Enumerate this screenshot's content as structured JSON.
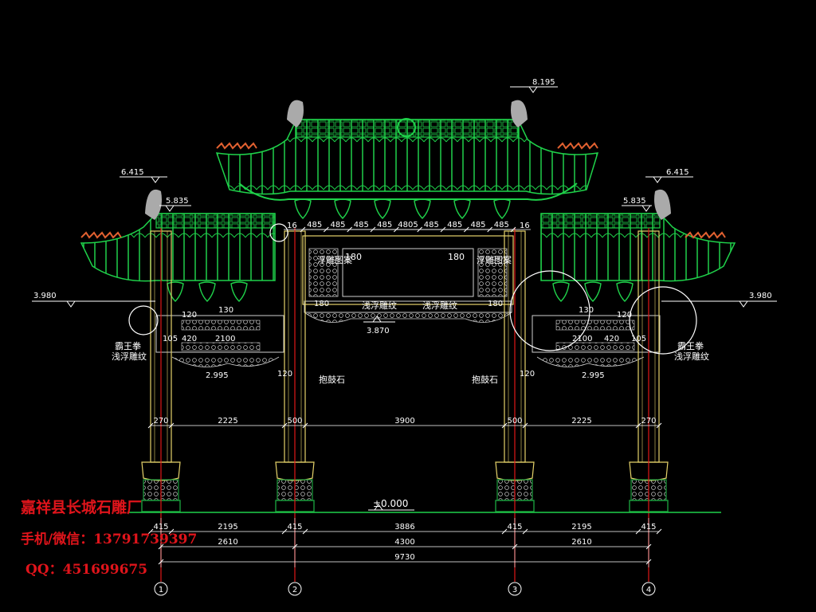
{
  "drawing": {
    "colors": {
      "background": "#000000",
      "roof": "#1fd14a",
      "column": "#e6d36a",
      "axis": "#e01818",
      "dimension": "#ffffff",
      "carving": "#d0d0d0",
      "base": "#1a9c3c"
    },
    "elevations": {
      "top": "8.195",
      "side_top_left": "6.415",
      "side_top_right": "6.415",
      "side_ridge_left": "5.835",
      "side_ridge_right": "5.835",
      "eave_left": "3.980",
      "eave_right": "3.980",
      "beam_mid": "3.870",
      "ground": "±0.000"
    },
    "top_dims": [
      "485",
      "485",
      "485",
      "485",
      "4805",
      "485",
      "485",
      "485",
      "485"
    ],
    "top_side_dims": {
      "left": "16",
      "right": "16"
    },
    "panel_dims": {
      "center_left": "180",
      "center_right": "180",
      "side_width_left": "2100",
      "side_width_right": "2100",
      "side_h_left": "120",
      "side_h_right": "120",
      "small_left": "130",
      "small_right": "130",
      "a_left": "420",
      "a_right": "420",
      "b_left": "105",
      "b_right": "105",
      "c_left": "2.995",
      "c_right": "2.995",
      "foot_left": "120",
      "foot_right": "120",
      "mid_left": "180",
      "mid_right": "180"
    },
    "labels": {
      "carve_left": "浮雕图案",
      "carve_right": "浮雕图案",
      "beam_left": "浅浮雕纹",
      "beam_right": "浅浮雕纹",
      "bawang_left_1": "霸王拳",
      "bawang_left_2": "浅浮雕纹",
      "bawang_right_1": "霸王拳",
      "bawang_right_2": "浅浮雕纹",
      "stone_left": "抱鼓石",
      "stone_right": "抱鼓石"
    },
    "span_dims": [
      "270",
      "2225",
      "500",
      "3900",
      "500",
      "2225",
      "270"
    ],
    "base_row1": [
      "415",
      "2195",
      "415",
      "3886",
      "415",
      "2195",
      "415"
    ],
    "base_row2": [
      "2610",
      "4300",
      "2610"
    ],
    "base_row3": [
      "9730"
    ],
    "axes": [
      "1",
      "2",
      "3",
      "4"
    ]
  },
  "watermark": {
    "line1": "嘉祥县长城石雕厂",
    "line2": "手机/微信：13791739397",
    "line3": "QQ：451699675"
  }
}
